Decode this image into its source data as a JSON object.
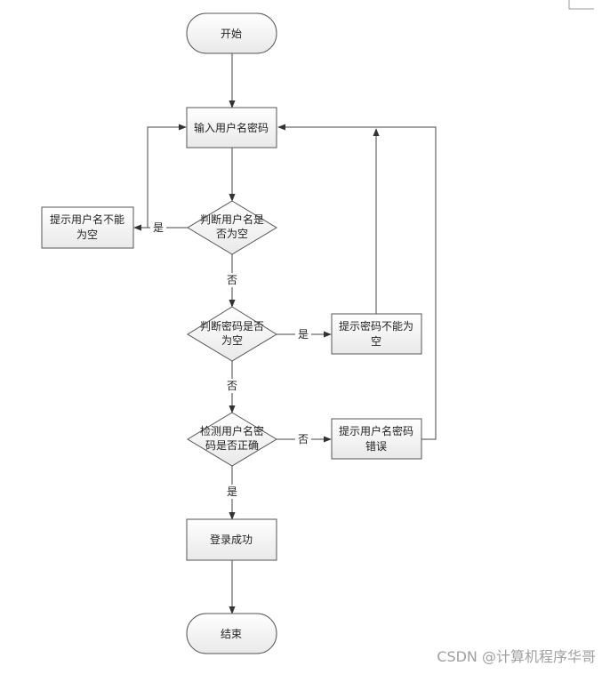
{
  "nodes": {
    "start": "开始",
    "input": "输入用户名密码",
    "check_username": [
      "判断用户名是",
      "否为空"
    ],
    "hint_username": [
      "提示用户名不能",
      "为空"
    ],
    "check_password": [
      "判断密码是否",
      "为空"
    ],
    "hint_password": [
      "提示密码不能为",
      "空"
    ],
    "verify": [
      "检测用户名密",
      "码是否正确"
    ],
    "hint_error": [
      "提示用户名密码",
      "错误"
    ],
    "success": "登录成功",
    "end": "结束"
  },
  "edges": {
    "yes": "是",
    "no": "否"
  },
  "watermark": "CSDN @计算机程序华哥"
}
